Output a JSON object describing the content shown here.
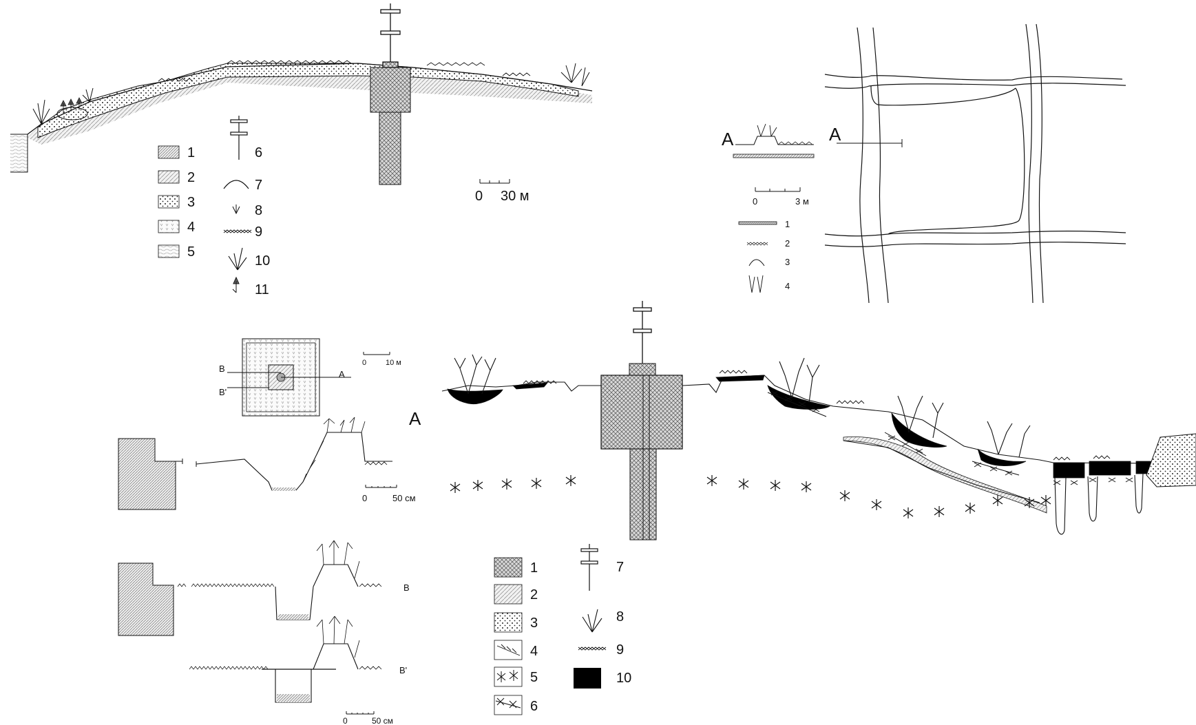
{
  "panel_top_left": {
    "scale": {
      "start": "0",
      "end": "30 м"
    },
    "legend": [
      "1",
      "2",
      "3",
      "4",
      "5",
      "6",
      "7",
      "8",
      "9",
      "10",
      "11"
    ]
  },
  "panel_top_right": {
    "section_label_left": "A",
    "section_label_right": "A",
    "scale": {
      "start": "0",
      "end": "3 м"
    },
    "legend": [
      "1",
      "2",
      "3",
      "4"
    ]
  },
  "panel_plan": {
    "label_b": "B",
    "label_b_prime": "B'",
    "label_a": "A",
    "scale": {
      "start": "0",
      "end": "10 м"
    }
  },
  "panel_section_a": {
    "scale": {
      "start": "0",
      "end": "50 см"
    }
  },
  "panel_section_b": {
    "label_b": "B",
    "label_b_prime": "B'",
    "scale": {
      "start": "0",
      "end": "50 см"
    }
  },
  "panel_bottom_right": {
    "label_a": "A",
    "legend": [
      "1",
      "2",
      "3",
      "4",
      "5",
      "6",
      "7",
      "8",
      "9",
      "10"
    ]
  },
  "colors": {
    "ink": "#111111",
    "fill_black": "#000000",
    "hatch_grey": "#888888"
  }
}
